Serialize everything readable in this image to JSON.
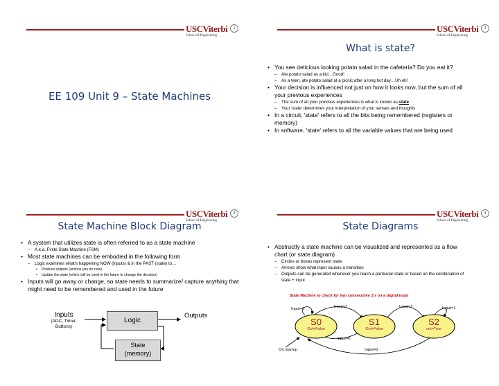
{
  "logo": {
    "main": "USCViterbi",
    "sub": "School of Engineering"
  },
  "slides": [
    {
      "page": "1",
      "title": "EE 109 Unit 9 – State Machines"
    },
    {
      "page": "2",
      "title": "What is state?",
      "b1": "You see delicious looking potato salad in the cafeteria? Do you eat it?",
      "b1a": "Ate potato salad as a kid…Good!",
      "b1b": "As a teen, ate potato salad at a picnic after a long hot day…Uh oh!",
      "b2": "Your decision is influenced not just on how it looks now, but the sum of all your previous experiences",
      "b2a_pre": "The sum of all your previous experiences is what is known as ",
      "b2a_em": "state",
      "b2b": "Your 'state' determines your interpretation of your senses and thoughts",
      "b3": "In a circuit, 'state' refers to all the bits being remembered (registers or memory)",
      "b4": "In software, 'state' refers to all the variable values that are being used"
    },
    {
      "page": "3",
      "title": "State Machine Block Diagram",
      "b1": "A system that utilizes state is often referred to as a state machine",
      "b1a": "A.k.a. Finite State Machine (FSM)",
      "b2": "Most state machines can be embodied in the following form",
      "b2a": "Logic examines what's happening NOW (inputs) & in the PAST (state) to…",
      "b2a1": "Produce outputs (actions you do now)",
      "b2a2": "Update the state (which will be used in the future to change the decision)",
      "b3": "Inputs will go away or change, so state needs to summarize/ capture anything that might need to be remembered and used in the future",
      "diagram": {
        "inputs": "Inputs",
        "inputs_sub1": "(ADC, Timer,",
        "inputs_sub2": "Buttons)",
        "logic": "Logic",
        "outputs": "Outputs",
        "state": "State",
        "memory": "(memory)"
      }
    },
    {
      "page": "4",
      "title": "State Diagrams",
      "b1": "Abstractly a state machine can be visualized and represented as a flow chart (or state diagram)",
      "b1a": "Circles or boxes represent state",
      "b1b": "Arrows show what input causes a transition",
      "b1c": "Outputs can be generated whenever you reach a particular state or based on the combination of state + input",
      "diagram": {
        "caption": "State Machine to check for two consecutive 1's on a digital input",
        "states": [
          {
            "name": "S0",
            "out": "Out=False"
          },
          {
            "name": "S1",
            "out": "Out=False"
          },
          {
            "name": "S2",
            "out": "out=True"
          }
        ],
        "labels": {
          "s0_self": "Input=0",
          "s0_s1": "Input=1",
          "s1_s2": "Input=1",
          "s2_self": "Input=1",
          "s1_s0": "Input=0",
          "s2_s0": "Input=0",
          "startup": "On startup"
        },
        "colors": {
          "state_fill": "#f7f28a",
          "state_text": "#9b1c1c",
          "caption": "#cc0000"
        }
      }
    }
  ]
}
